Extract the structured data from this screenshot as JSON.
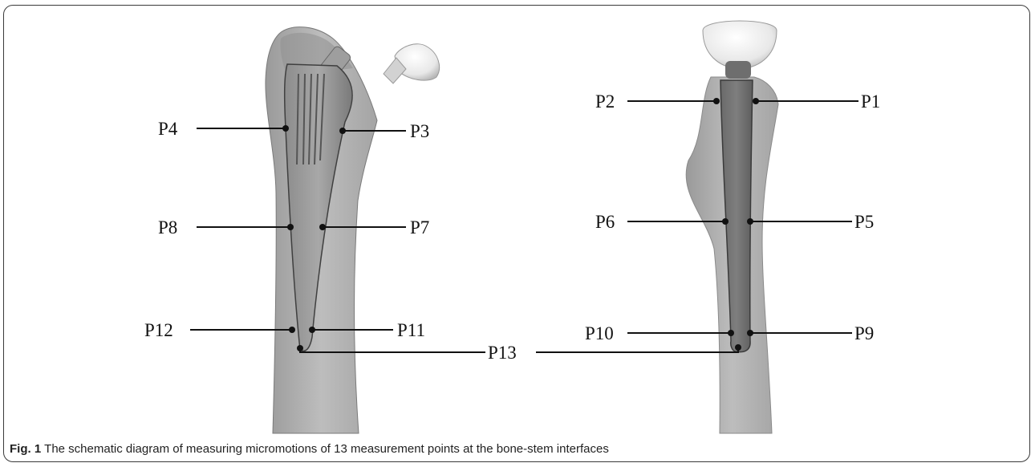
{
  "figure": {
    "labels": {
      "p1": "P1",
      "p2": "P2",
      "p3": "P3",
      "p4": "P4",
      "p5": "P5",
      "p6": "P6",
      "p7": "P7",
      "p8": "P8",
      "p9": "P9",
      "p10": "P10",
      "p11": "P11",
      "p12": "P12",
      "p13": "P13"
    }
  },
  "caption": {
    "label": "Fig. 1",
    "text": "The schematic diagram of measuring micromotions of 13 measurement points at the bone-stem interfaces"
  }
}
